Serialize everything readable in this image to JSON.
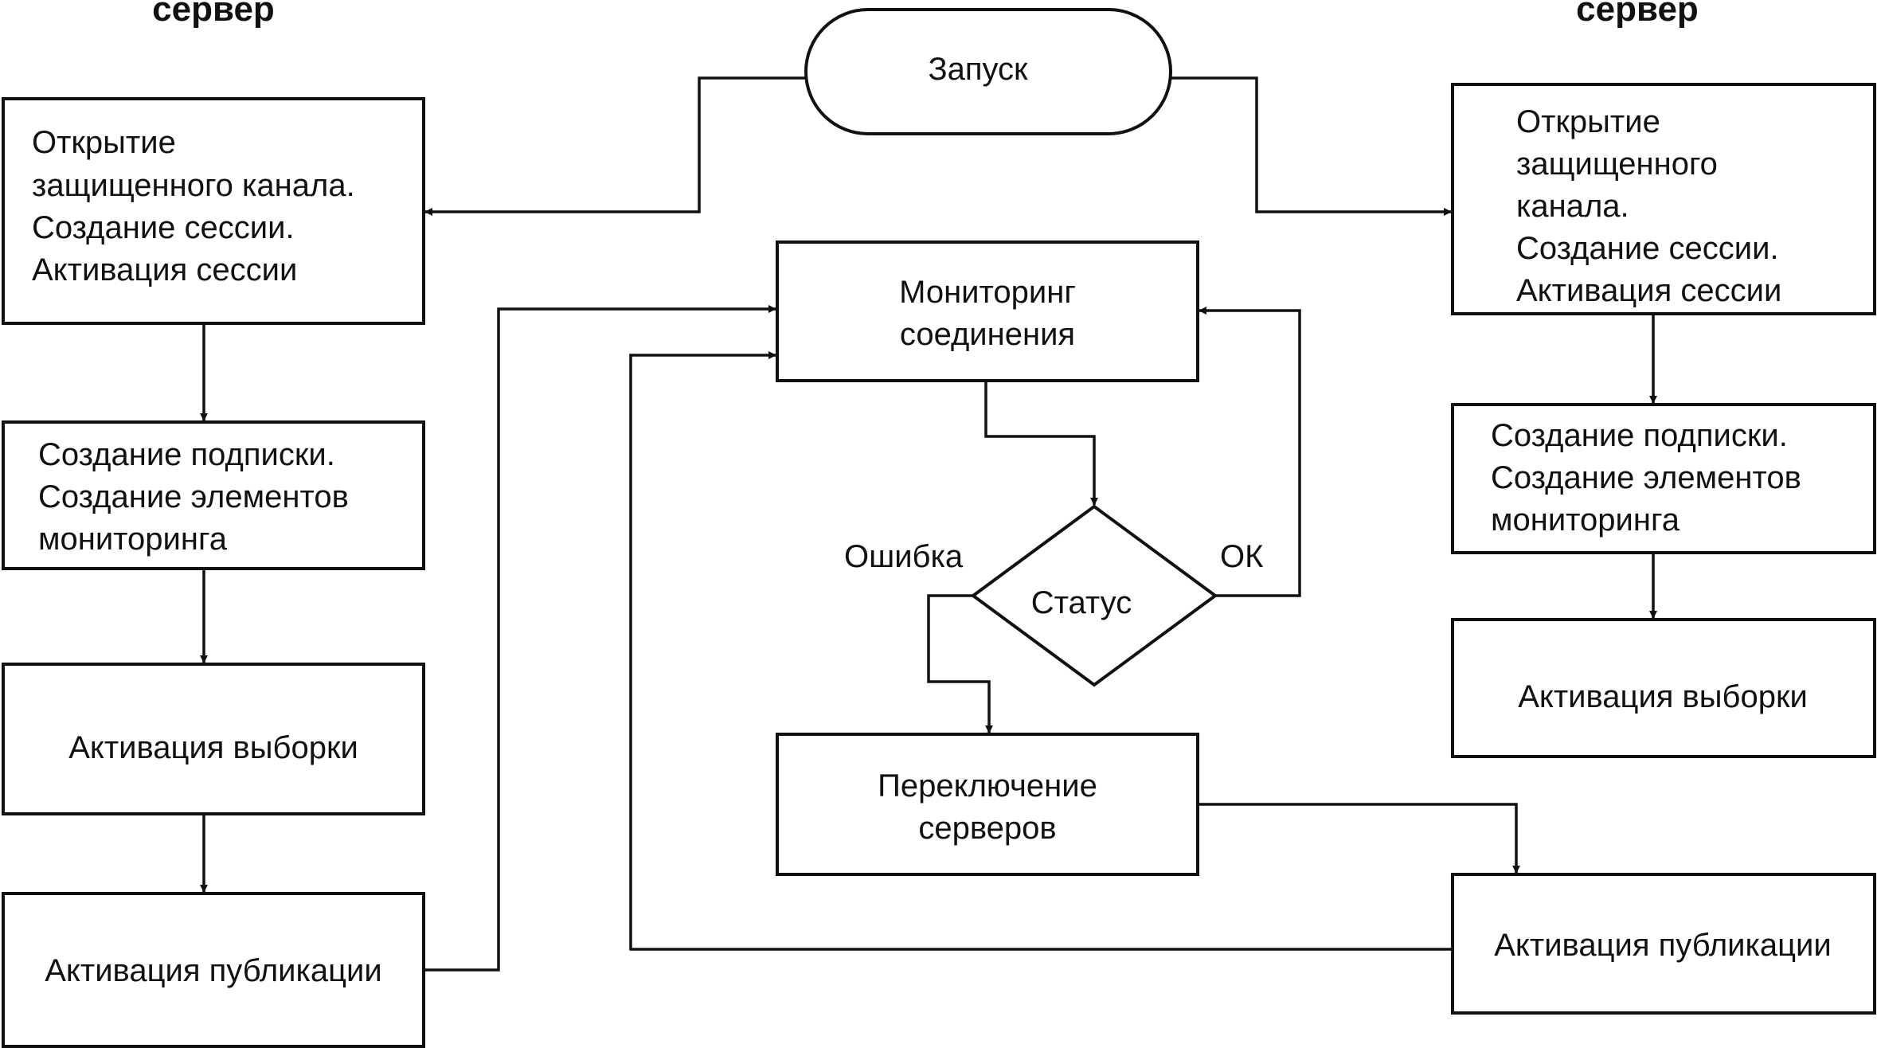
{
  "headers": {
    "left": "сервер",
    "right": "сервер"
  },
  "start": {
    "label": "Запуск"
  },
  "left_column": {
    "open_channel": [
      "Открытие",
      "защищенного канала.",
      "Создание сессии.",
      "Активация сессии"
    ],
    "subscription": [
      "Создание подписки.",
      "Создание элементов",
      "мониторинга"
    ],
    "sampling": "Активация выборки",
    "publishing": "Активация публикации"
  },
  "right_column": {
    "open_channel": [
      "Открытие",
      "защищенного",
      "канала.",
      "Создание сессии.",
      "Активация сессии"
    ],
    "subscription": [
      "Создание подписки.",
      "Создание элементов",
      "мониторинга"
    ],
    "sampling": "Активация выборки",
    "publishing": "Активация публикации"
  },
  "center": {
    "monitoring": [
      "Мониторинг",
      "соединения"
    ],
    "status": "Статус",
    "error_label": "Ошибка",
    "ok_label": "ОК",
    "switch": [
      "Переключение",
      "серверов"
    ]
  },
  "colors": {
    "stroke": "#111111",
    "background": "#ffffff"
  }
}
